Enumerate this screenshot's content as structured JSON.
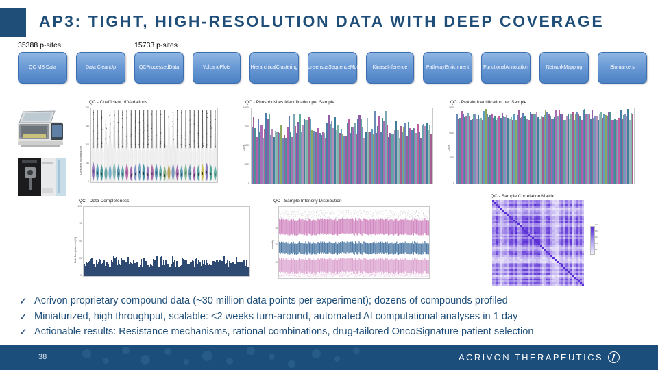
{
  "slide": {
    "title": "AP3: TIGHT, HIGH-RESOLUTION DATA WITH DEEP COVERAGE",
    "accent_color": "#1F4E79",
    "page_number": "38",
    "brand": "ACRIVON THERAPEUTICS"
  },
  "pipeline": {
    "annotations": [
      {
        "label": "35388 p-sites",
        "x": 26
      },
      {
        "label": "15733 p-sites",
        "x": 196
      }
    ],
    "boxes": [
      {
        "label": "QC MS Data",
        "x": 26,
        "w": 72
      },
      {
        "label": "Data Clean\nUp",
        "x": 111,
        "w": 72
      },
      {
        "label": "QC\nProcessed\nData",
        "x": 196,
        "w": 72
      },
      {
        "label": "Volcano\nPlots",
        "x": 281,
        "w": 70
      },
      {
        "label": "Hierarchical\nClustering",
        "x": 364,
        "w": 72
      },
      {
        "label": "Consensus\nSequence\nMotif",
        "x": 449,
        "w": 72
      },
      {
        "label": "Kinase\nInference",
        "x": 534,
        "w": 70
      },
      {
        "label": "Pathway\nEnrichment",
        "x": 617,
        "w": 72
      },
      {
        "label": "Functional\nAnnotation",
        "x": 702,
        "w": 72
      },
      {
        "label": "Network\nMapping",
        "x": 787,
        "w": 72
      },
      {
        "label": "Biomarkers",
        "x": 872,
        "w": 72
      }
    ],
    "box_gradient_top": "#8FB6E3",
    "box_gradient_bottom": "#4C81C4"
  },
  "photos": [
    {
      "name": "sample-prep-instrument-photo",
      "caption": ""
    },
    {
      "name": "mass-spectrometer-photo",
      "caption": ""
    }
  ],
  "chart_data": [
    {
      "type": "violin",
      "title": "QC - Coefficient of Variations",
      "xlabel": "",
      "ylabel": "Coefficient of variation [%]",
      "ylim": [
        0,
        200
      ],
      "yticks": [
        0,
        50,
        100,
        150,
        200
      ],
      "ytick_labels": [
        "0",
        "50",
        "100",
        "150",
        "200"
      ],
      "grid": false,
      "n_samples": 30,
      "medians": [
        30,
        25,
        22,
        20,
        24,
        28,
        23,
        21,
        26,
        19,
        22,
        27,
        24,
        20,
        23,
        25,
        21,
        18,
        24,
        26,
        22,
        20,
        25,
        23,
        19,
        21,
        24,
        27,
        22,
        20
      ],
      "series_colors": [
        "#8c6bb1",
        "#4f9ab5",
        "#3f8f8f",
        "#5f9ea0",
        "#6aa9c9",
        "#7fb3b0",
        "#4e8fa8",
        "#59a2a8",
        "#b05fa0",
        "#9e5fa8",
        "#7a8fc0",
        "#6f9fbf",
        "#3e8b9c",
        "#8f6fb5",
        "#a45f9e",
        "#4a8fae",
        "#5aa39d",
        "#7fae7f",
        "#b9a04f",
        "#6f8fb5",
        "#9f5fa5",
        "#4f99b0",
        "#7fb58f",
        "#5f8fae",
        "#a86fb0",
        "#4f9f9f",
        "#cfc04f",
        "#7f6fb5",
        "#3f9f8f",
        "#5fae9f"
      ]
    },
    {
      "type": "bar",
      "title": "QC - Phosphosites Identification per Sample",
      "xlabel": "",
      "ylabel": "Count",
      "ylim": [
        0,
        10000
      ],
      "yticks": [
        0,
        2500,
        5000,
        7500,
        10000
      ],
      "ytick_labels": [
        "0",
        "2500",
        "5000",
        "7500",
        "10000"
      ],
      "grid": false,
      "n_bars": 120,
      "value_range": [
        6000,
        9700
      ],
      "mean": 8200
    },
    {
      "type": "bar",
      "title": "QC - Protein Identification per Sample",
      "xlabel": "",
      "ylabel": "Count",
      "ylim": [
        0,
        9000
      ],
      "yticks": [
        0,
        3000,
        6000,
        9000
      ],
      "ytick_labels": [
        "0",
        "3000",
        "6000",
        "9000"
      ],
      "grid": false,
      "n_bars": 120,
      "value_range": [
        7600,
        8900
      ],
      "mean": 8400
    },
    {
      "type": "bar",
      "title": "QC - Data Completeness",
      "xlabel": "",
      "ylabel": "Data Completeness [%]",
      "ylim": [
        0,
        100
      ],
      "yticks": [
        0,
        25,
        50,
        75,
        100
      ],
      "ytick_labels": [
        "0",
        "25",
        "50",
        "75",
        "100"
      ],
      "grid": false,
      "n_bars": 150,
      "value_range": [
        14,
        30
      ],
      "mean": 21,
      "bar_color": "#2E4A73"
    },
    {
      "type": "box",
      "title": "QC - Sample Intensity Distribution",
      "xlabel": "",
      "ylabel": "Intensity",
      "ylim": [
        0,
        40
      ],
      "yticks": [
        10,
        20,
        30
      ],
      "ytick_labels": [
        "30",
        "20",
        "10"
      ],
      "grid": false,
      "n_samples": 160,
      "box_color": "#41709E",
      "whisker_color": "#C86FB5",
      "outlier_color": "#C86FB5"
    },
    {
      "type": "heatmap",
      "title": "QC - Sample Correlation Matrix",
      "xlabel": "",
      "ylabel": "",
      "n": 44,
      "colorbar": {
        "position": "right",
        "low": "#F4F2FD",
        "high": "#5B2FD6",
        "ticks": [
          "1.0",
          "0.8",
          "0.6",
          "0.4",
          "0.2"
        ]
      }
    }
  ],
  "bullets": [
    {
      "marker": "✓",
      "text": "Acrivon proprietary compound data (~30 million data points per experiment); dozens of compounds profiled"
    },
    {
      "marker": "✓",
      "text": "Miniaturized, high throughput, scalable: <2 weeks turn-around, automated AI computational analyses in 1 day"
    },
    {
      "marker": "✓",
      "text": "Actionable results: Resistance mechanisms, rational combinations, drug-tailored OncoSignature patient selection"
    }
  ]
}
